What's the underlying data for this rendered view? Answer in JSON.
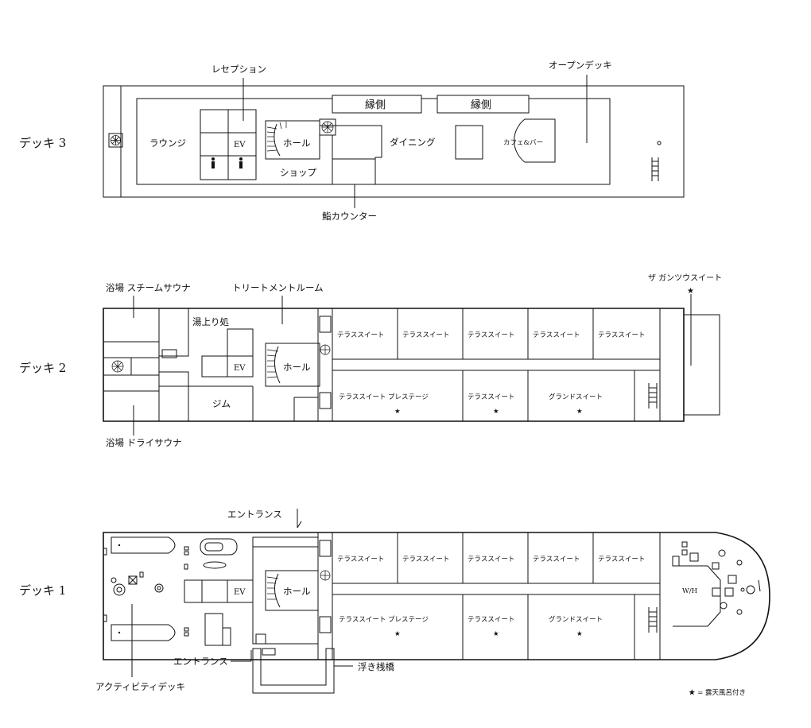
{
  "decks": {
    "d3": {
      "title": "デッキ 3",
      "reception": "レセプション",
      "open_deck": "オープンデッキ",
      "engawa_1": "縁側",
      "engawa_2": "縁側",
      "lounge": "ラウンジ",
      "ev": "EV",
      "hall": "ホール",
      "dining": "ダイニング",
      "cafe_bar": "カフェ&バー",
      "shop": "ショップ",
      "sushi_counter": "鮨カウンター"
    },
    "d2": {
      "title": "デッキ 2",
      "bath_steam": "浴場 スチームサウナ",
      "treatment_room": "トリートメントルーム",
      "yuagari": "湯上り処",
      "ev": "EV",
      "hall": "ホール",
      "gym": "ジム",
      "bath_dry": "浴場 ドライサウナ",
      "gantsu_suite": "ザ ガンツウスイート",
      "upper_suites": [
        "テラススイート",
        "テラススイート",
        "テラススイート",
        "テラススイート",
        "テラススイート"
      ],
      "lower_suites": [
        "テラススイート プレステージ",
        "テラススイート",
        "グランドスイート"
      ]
    },
    "d1": {
      "title": "デッキ 1",
      "entrance_top": "エントランス",
      "entrance_side": "エントランス",
      "ev": "EV",
      "hall": "ホール",
      "wh": "W/H",
      "pier": "浮き桟橋",
      "activity_deck": "アクティビティデッキ",
      "upper_suites": [
        "テラススイート",
        "テラススイート",
        "テラススイート",
        "テラススイート",
        "テラススイート"
      ],
      "lower_suites": [
        "テラススイート プレステージ",
        "テラススイート",
        "グランドスイート"
      ]
    }
  },
  "star_symbol": "★",
  "legend": "★ = 露天風呂付き"
}
